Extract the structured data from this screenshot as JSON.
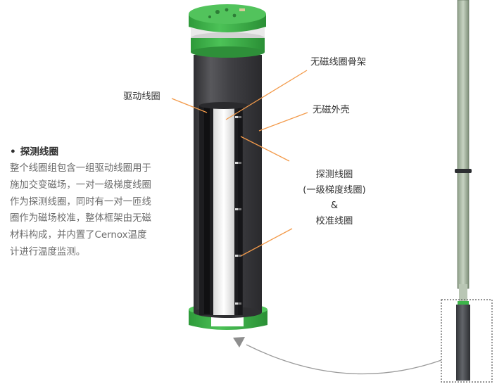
{
  "colors": {
    "accent_green": "#3db54a",
    "leader_orange": "#f39a4a",
    "coil_dark": "#3f3f42",
    "text_gray": "#6b6b6b"
  },
  "labels": {
    "drive_coil": "驱动线圈",
    "frame": "无磁线圈骨架",
    "shell": "无磁外壳",
    "pickup_l1": "探测线圈",
    "pickup_l2": "(一级梯度线圈)",
    "pickup_l3": "&",
    "pickup_l4": "校准线圈"
  },
  "description": {
    "title": "探测线圈",
    "body": "整个线圈组包含一组驱动线圈用于施加交变磁场，一对一级梯度线圈作为探测线圈，同时有一对一匝线圈作为磁场校准，整体框架由无磁材料构成，并内置了Cernox温度计进行温度监测。"
  }
}
